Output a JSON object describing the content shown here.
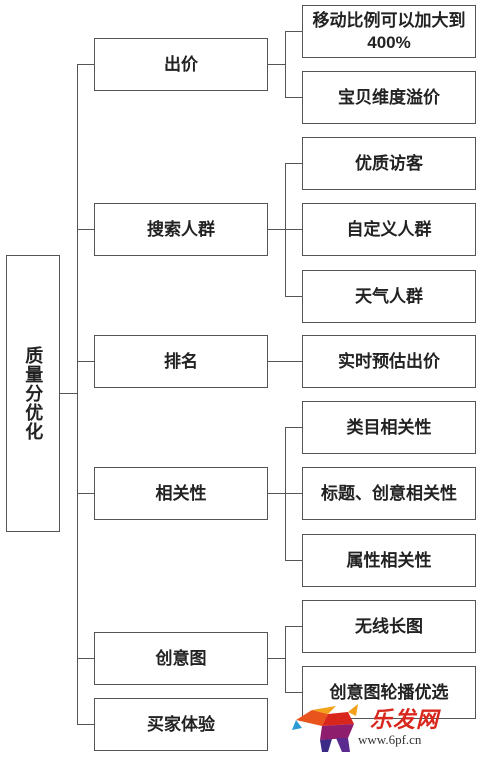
{
  "root": {
    "label": "质量分优化"
  },
  "categories": [
    {
      "label": "出价",
      "children": [
        "移动比例可以加大到400%",
        "宝贝维度溢价"
      ]
    },
    {
      "label": "搜索人群",
      "children": [
        "优质访客",
        "自定义人群",
        "天气人群"
      ]
    },
    {
      "label": "排名",
      "children": [
        "实时预估出价"
      ]
    },
    {
      "label": "相关性",
      "children": [
        "类目相关性",
        "标题、创意相关性",
        "属性相关性"
      ]
    },
    {
      "label": "创意图",
      "children": [
        "无线长图",
        "创意图轮播优选"
      ]
    },
    {
      "label": "买家体验",
      "children": []
    }
  ],
  "watermark": {
    "logo_text": "乐发网",
    "url": "www.6pf.cn",
    "colors": {
      "brand": "#d9261c"
    }
  }
}
